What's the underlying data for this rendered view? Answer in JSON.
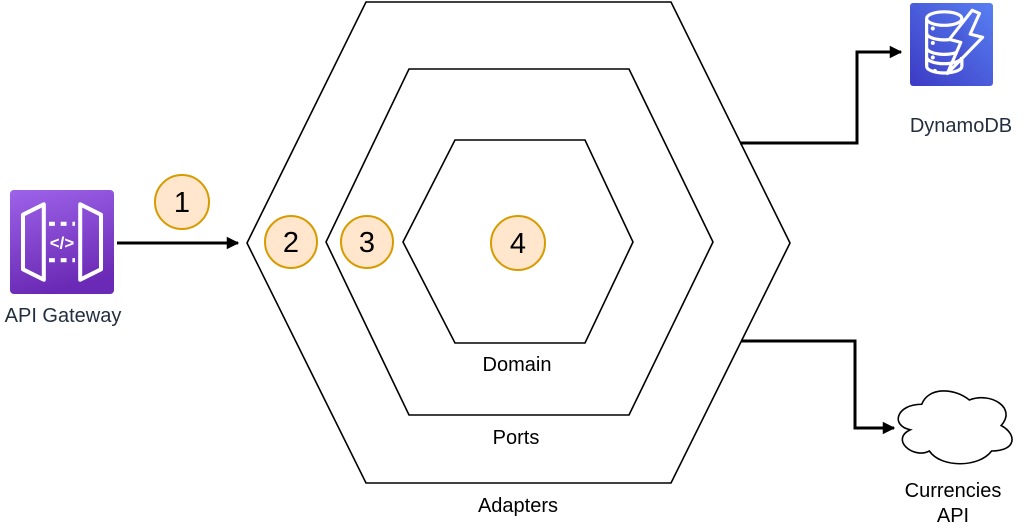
{
  "nodes": {
    "api_gateway": {
      "label": "API Gateway",
      "code_glyph": "</>"
    },
    "dynamodb": {
      "label": "DynamoDB"
    },
    "currencies_api": {
      "label_line1": "Currencies",
      "label_line2": "API"
    }
  },
  "layers": {
    "adapters": {
      "label": "Adapters"
    },
    "ports": {
      "label": "Ports"
    },
    "domain": {
      "label": "Domain"
    }
  },
  "steps": [
    "1",
    "2",
    "3",
    "4"
  ],
  "colors": {
    "step_fill": "#FFE6CC",
    "step_stroke": "#D79B00",
    "line": "#000000",
    "api_gateway_gradient_top": "#9D63E9",
    "api_gateway_gradient_bottom": "#6B2AB5",
    "dynamodb_gradient_light": "#587FF2",
    "dynamodb_gradient_dark": "#3C3BC4"
  }
}
